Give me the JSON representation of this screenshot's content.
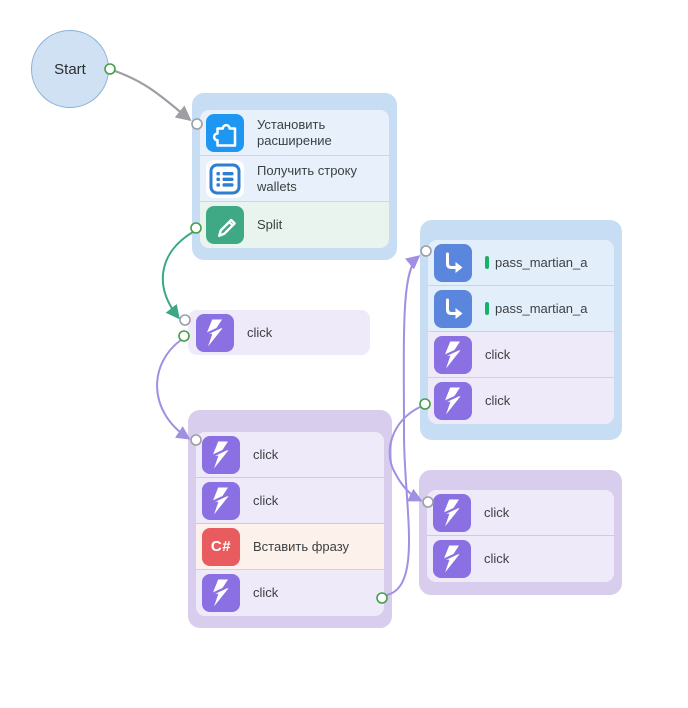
{
  "start": {
    "label": "Start"
  },
  "standalone": {
    "label": "click",
    "icon": "lightning-icon"
  },
  "groups": [
    {
      "name": "setup-group",
      "nodes": [
        {
          "label": "Установить расширение",
          "icon": "puzzle-icon"
        },
        {
          "label": "Получить строку wallets",
          "icon": "list-icon"
        },
        {
          "label": "Split",
          "icon": "pencil-icon"
        }
      ]
    },
    {
      "name": "click-sequence-group",
      "nodes": [
        {
          "label": "click",
          "icon": "lightning-icon"
        },
        {
          "label": "click",
          "icon": "lightning-icon"
        },
        {
          "label": "Вставить фразу",
          "icon": "csharp-icon"
        },
        {
          "label": "click",
          "icon": "lightning-icon"
        }
      ]
    },
    {
      "name": "password-group",
      "nodes": [
        {
          "label": "pass_martian_a",
          "icon": "goto-icon",
          "marker": true
        },
        {
          "label": "pass_martian_a",
          "icon": "goto-icon",
          "marker": true
        },
        {
          "label": "click",
          "icon": "lightning-icon"
        },
        {
          "label": "click",
          "icon": "lightning-icon"
        }
      ]
    },
    {
      "name": "final-click-group",
      "nodes": [
        {
          "label": "click",
          "icon": "lightning-icon"
        },
        {
          "label": "click",
          "icon": "lightning-icon"
        }
      ]
    }
  ],
  "icon_labels": {
    "csharp": "C#"
  },
  "colors": {
    "canvas_bg": "#ffffff",
    "group_blue": "#c7ddf4",
    "group_purple": "#d8cdec",
    "row_blue": "#e8f1fb",
    "row_lightblue": "#e3eefb",
    "row_green": "#e9f4ee",
    "row_purple": "#efeaf9",
    "row_peach": "#fdf1ec",
    "icon_puzzle_bg": "#1e97f3",
    "icon_list_blue": "#2e7ed2",
    "icon_pencil_bg": "#3fa985",
    "icon_bolt_bg": "#8a70e2",
    "icon_csharp_bg": "#e85c60",
    "icon_goto_bg": "#5a87dd",
    "edge_gray": "#9e9ea4",
    "edge_green": "#3aa882",
    "edge_purple": "#a18fe3",
    "port_in_ring": "#9e9ea4",
    "port_out_ring": "#43a047",
    "marker_green": "#17b26a",
    "start_fill": "#cfe1f2",
    "start_stroke": "#8ab1d8"
  }
}
